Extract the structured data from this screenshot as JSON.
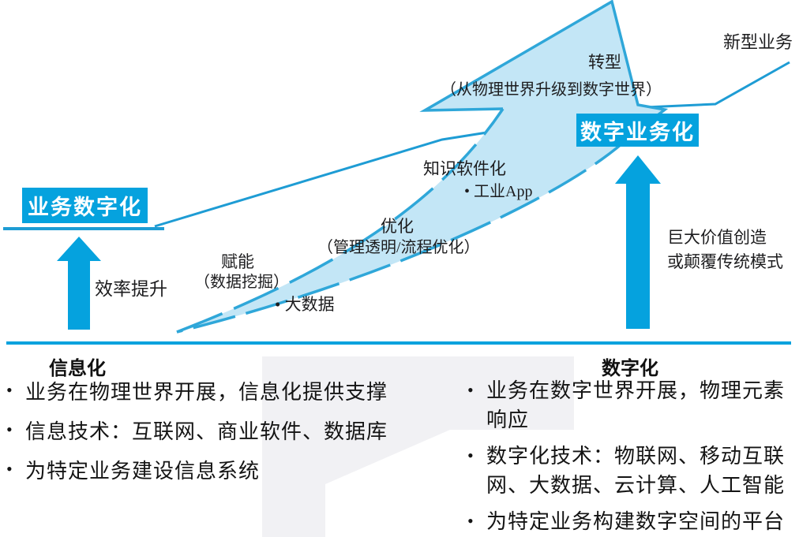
{
  "colors": {
    "accent": "#05a2de",
    "band_fill": "#c3e6f6",
    "band_stroke": "#2fa7d9",
    "trend_line": "#1e9cd4",
    "watermark": "#f1f1f4"
  },
  "top": {
    "new_business": "新型业务",
    "transform_title": "转型",
    "transform_subtitle": "（从物理世界升级到数字世界）",
    "right_box": "数字业务化",
    "left_box": "业务数字化"
  },
  "stages": {
    "knowledge": {
      "label": "知识软件化",
      "item": "• 工业App"
    },
    "optimize": {
      "label": "优化",
      "sub": "（管理透明/流程优化）"
    },
    "empower": {
      "label": "赋能",
      "sub": "（数据挖掘）",
      "item": "• 大数据"
    }
  },
  "arrows": {
    "left_label": "效率提升",
    "right_label_line1": "巨大价值创造",
    "right_label_line2": "或颠覆传统模式"
  },
  "bottom": {
    "left": {
      "heading": "信息化",
      "bullet": "•",
      "items": [
        {
          "lines": [
            "业务在物理世界开展，信息化提供支撑"
          ]
        },
        {
          "lines": [
            "信息技术：互联网、商业软件、数据库"
          ]
        },
        {
          "lines": [
            "为特定业务建设信息系统"
          ]
        }
      ]
    },
    "right": {
      "heading": "数字化",
      "bullet": "•",
      "items": [
        {
          "lines": [
            "业务在数字世界开展，物理元素",
            "响应"
          ]
        },
        {
          "lines": [
            "数字化技术：物联网、移动互联",
            "网、大数据、云计算、人工智能"
          ]
        },
        {
          "lines": [
            "为特定业务构建数字空间的平台"
          ]
        }
      ]
    }
  }
}
